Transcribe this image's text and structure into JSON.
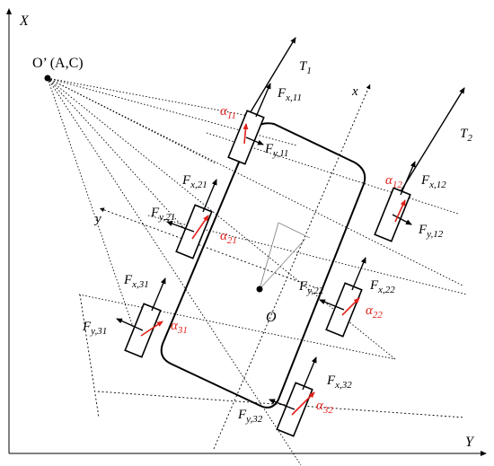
{
  "axes": {
    "x_label": "X",
    "y_label": "Y",
    "body_x": "x",
    "body_y": "y"
  },
  "points": {
    "icr": "O’ (A,C)",
    "center": "O"
  },
  "thrust": {
    "t1": {
      "main": "T",
      "sub": "1"
    },
    "t2": {
      "main": "T",
      "sub": "2"
    }
  },
  "forces": {
    "fx11": {
      "main": "F",
      "sub": "x,11"
    },
    "fy11": {
      "main": "F",
      "sub": "y,11"
    },
    "fx12": {
      "main": "F",
      "sub": "x,12"
    },
    "fy12": {
      "main": "F",
      "sub": "y,12"
    },
    "fx21": {
      "main": "F",
      "sub": "x,21"
    },
    "fy21": {
      "main": "F",
      "sub": "y,21"
    },
    "fx22": {
      "main": "F",
      "sub": "x,22"
    },
    "fy22": {
      "main": "F",
      "sub": "y,22"
    },
    "fx31": {
      "main": "F",
      "sub": "x,31"
    },
    "fy31": {
      "main": "F",
      "sub": "y,31"
    },
    "fx32": {
      "main": "F",
      "sub": "x,32"
    },
    "fy32": {
      "main": "F",
      "sub": "y,32"
    }
  },
  "slip_angles": {
    "a11": {
      "main": "α",
      "sub": "11"
    },
    "a12": {
      "main": "α",
      "sub": "12"
    },
    "a21": {
      "main": "α",
      "sub": "21"
    },
    "a22": {
      "main": "α",
      "sub": "22"
    },
    "a31": {
      "main": "α",
      "sub": "31"
    },
    "a32": {
      "main": "α",
      "sub": "32"
    }
  },
  "colors": {
    "slip_angle": "#e0201b",
    "lines": "#000000"
  }
}
